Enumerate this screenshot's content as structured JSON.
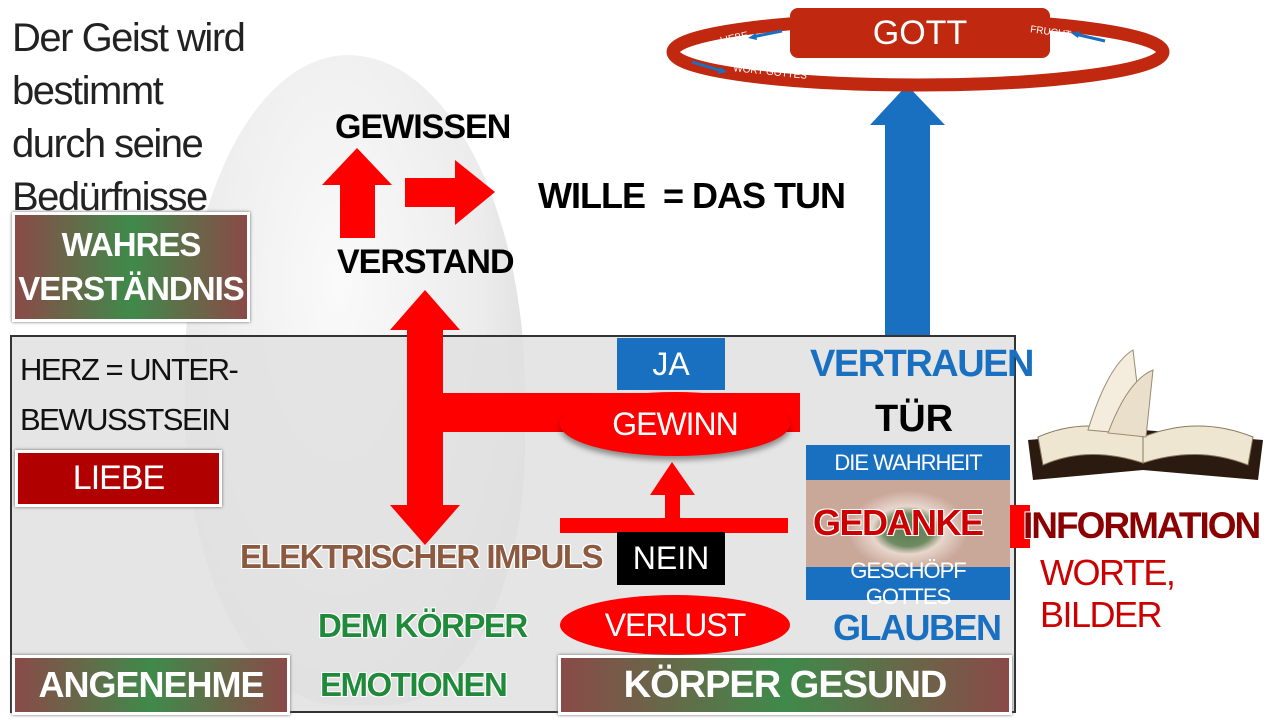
{
  "intro": {
    "lines": [
      "Der Geist wird",
      "bestimmt",
      "durch seine",
      "Bedürfnisse"
    ]
  },
  "head": {
    "conscience": "GEWISSEN",
    "mind": "VERSTAND",
    "will": "WILLE  = DAS TUN"
  },
  "god": {
    "label": "GOTT",
    "ring_love": "LIEBE",
    "ring_fruit": "FRUCHT",
    "ring_word": "WORT GOTTES"
  },
  "boxes": {
    "true_understanding": [
      "WAHRES",
      "VERSTÄNDNIS"
    ],
    "love": "LIEBE",
    "pleasant": "ANGENEHME",
    "body_healthy": "KÖRPER GESUND"
  },
  "heart": {
    "lines": [
      "HERZ = UNTER-",
      "BEWUSSTSEIN"
    ]
  },
  "decision": {
    "yes": "JA",
    "gain": "GEWINN",
    "no": "NEIN",
    "loss": "VERLUST"
  },
  "body": {
    "impulse": "ELEKTRISCHER IMPULS",
    "to_body": "DEM KÖRPER",
    "emotions": "EMOTIONEN"
  },
  "door": {
    "trust": "VERTRAUEN",
    "door": "TÜR",
    "truth": "DIE WAHRHEIT",
    "thought": "GEDANKE",
    "creature": "GESCHÖPF GOTTES",
    "faith": "GLAUBEN"
  },
  "info": {
    "title": "INFORMATION",
    "subtitle": "WORTE, BILDER"
  },
  "colors": {
    "red": "#ff0000",
    "blue": "#1a70c0",
    "darkred": "#b00000",
    "green": "#1f8a3a",
    "brown": "#8b5a40",
    "ring": "#c0280f"
  }
}
